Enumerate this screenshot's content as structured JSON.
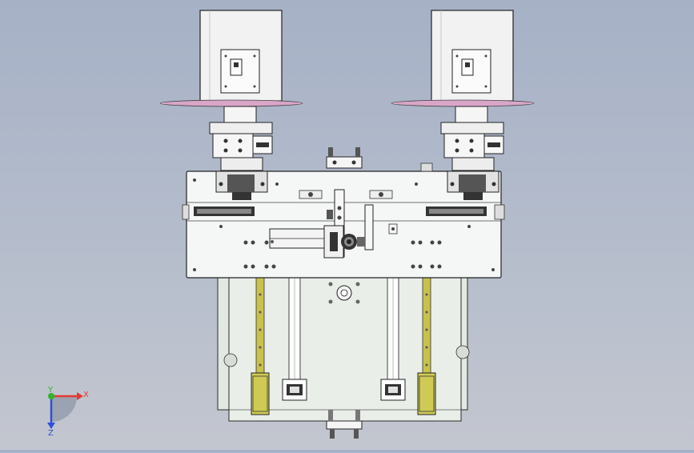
{
  "triad": {
    "x_label": "X",
    "y_label": "Y",
    "z_label": "Z",
    "x_color": "#e23b2e",
    "y_color": "#2fb52f",
    "z_color": "#2f4fd6"
  },
  "colors": {
    "plate": "#f4f5f5",
    "lower_plate": "#e6ebe6",
    "motor_housing": "#f2f2f2",
    "disc": "#d9a6c8",
    "rail": "#c9c34a",
    "outline": "#2a2a2a"
  }
}
